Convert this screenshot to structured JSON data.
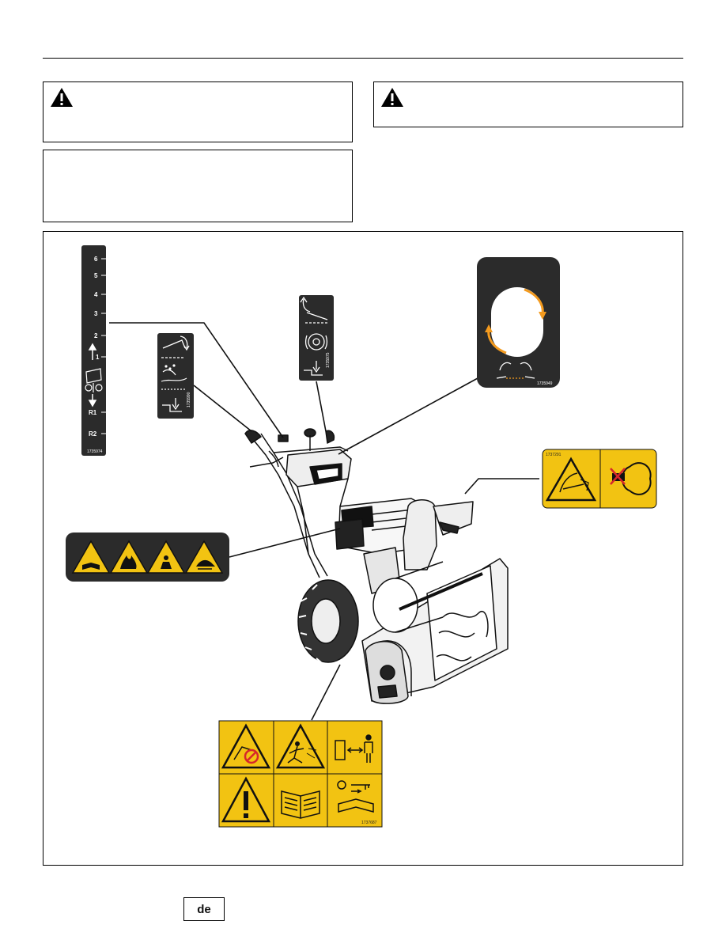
{
  "gear_decal": {
    "labels": [
      "6",
      "5",
      "4",
      "3",
      "2",
      "1",
      "R1",
      "R2"
    ],
    "code": "1735974"
  },
  "deflector_decal": {
    "code": "1735990"
  },
  "auger_decal": {
    "code": "1735975"
  },
  "chute_rotation_decal": {
    "code": "1735949"
  },
  "chute_warning_decal": {
    "code": "1737291"
  },
  "housing_warning_decal": {
    "code": "1737687"
  },
  "engine_decal": {
    "icons": [
      "manual-icon",
      "fire-icon",
      "engine-hazard-icon",
      "fuel-icon"
    ]
  },
  "colors": {
    "safety_yellow": "#f2c312",
    "decal_dark": "#2b2b2b",
    "accent_orange": "#f39a1e",
    "stop_red": "#d6262b"
  },
  "footer": {
    "language": "de"
  }
}
